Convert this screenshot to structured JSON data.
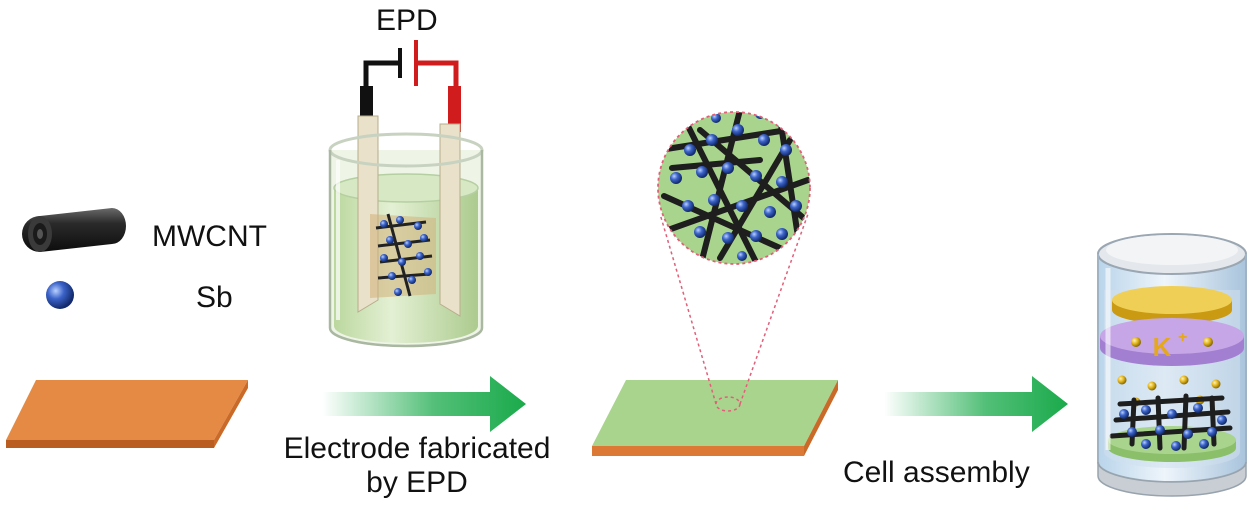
{
  "labels": {
    "epd": "EPD",
    "mwcnt": "MWCNT",
    "sb": "Sb",
    "step1_line1": "Electrode fabricated",
    "step1_line2": "by EPD",
    "step2": "Cell assembly",
    "k_ion": "K",
    "k_ion_sup": "+"
  },
  "colors": {
    "copper_foil": "#dc7a35",
    "coated_foil": "#a9d48d",
    "arrow_green": "#1aaa4b",
    "sb_particle": "#3b63c9",
    "nanotube": "#232323",
    "electrolyte": "#cfe6b0",
    "separator": "#c6a6e6",
    "potassium_disc": "#e8c44a",
    "ion_dot": "#e5b71c",
    "positive_lead": "#d01c1c",
    "negative_lead": "#111111",
    "zoom_outline": "#e0607a"
  }
}
